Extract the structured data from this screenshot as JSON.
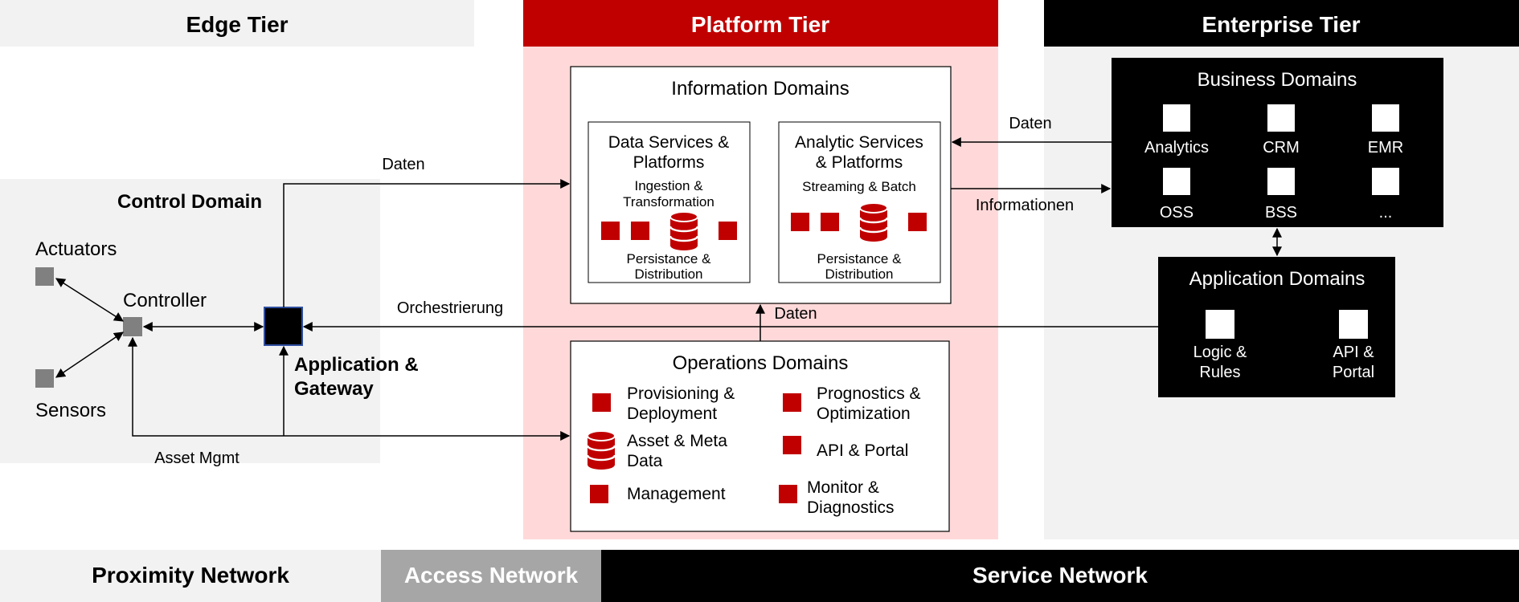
{
  "tiers": {
    "edge": "Edge Tier",
    "platform": "Platform Tier",
    "enterprise": "Enterprise Tier"
  },
  "networks": {
    "proximity": "Proximity Network",
    "access": "Access Network",
    "service": "Service Network"
  },
  "edge": {
    "control_domain": "Control Domain",
    "actuators": "Actuators",
    "sensors": "Sensors",
    "controller": "Controller",
    "gateway_line1": "Application &",
    "gateway_line2": "Gateway",
    "asset_mgmt": "Asset Mgmt"
  },
  "flows": {
    "daten_to_info": "Daten",
    "orchestrierung": "Orchestrierung",
    "daten_from_enterprise": "Daten",
    "informationen": "Informationen",
    "daten_ops_to_info": "Daten"
  },
  "information_domains": {
    "title": "Information Domains",
    "data_services": {
      "title_line1": "Data Services &",
      "title_line2": "Platforms",
      "sub_line1": "Ingestion &",
      "sub_line2": "Transformation",
      "bottom_line1": "Persistance &",
      "bottom_line2": "Distribution"
    },
    "analytic_services": {
      "title_line1": "Analytic Services",
      "title_line2": "& Platforms",
      "sub_line1": "Streaming & Batch",
      "bottom_line1": "Persistance &",
      "bottom_line2": "Distribution"
    }
  },
  "operations_domains": {
    "title": "Operations Domains",
    "items": [
      {
        "line1": "Provisioning &",
        "line2": "Deployment",
        "icon": "red-square-icon"
      },
      {
        "line1": "Asset & Meta",
        "line2": "Data",
        "icon": "database-icon"
      },
      {
        "line1": "Management",
        "line2": "",
        "icon": "red-square-icon"
      },
      {
        "line1": "Prognostics &",
        "line2": "Optimization",
        "icon": "red-square-icon"
      },
      {
        "line1": "API & Portal",
        "line2": "",
        "icon": "red-square-icon"
      },
      {
        "line1": "Monitor &",
        "line2": "Diagnostics",
        "icon": "red-square-icon"
      }
    ]
  },
  "business_domains": {
    "title": "Business Domains",
    "items": [
      "Analytics",
      "CRM",
      "EMR",
      "OSS",
      "BSS",
      "..."
    ]
  },
  "application_domains": {
    "title": "Application Domains",
    "items": [
      {
        "line1": "Logic &",
        "line2": "Rules"
      },
      {
        "line1": "API &",
        "line2": "Portal"
      }
    ]
  },
  "colors": {
    "red": "#c00000",
    "pink": "#ffd9d9",
    "light_gray": "#f2f2f2",
    "mid_gray": "#a6a6a6",
    "node_gray": "#808080",
    "black": "#000000",
    "gateway_border": "#2f4f9f"
  }
}
